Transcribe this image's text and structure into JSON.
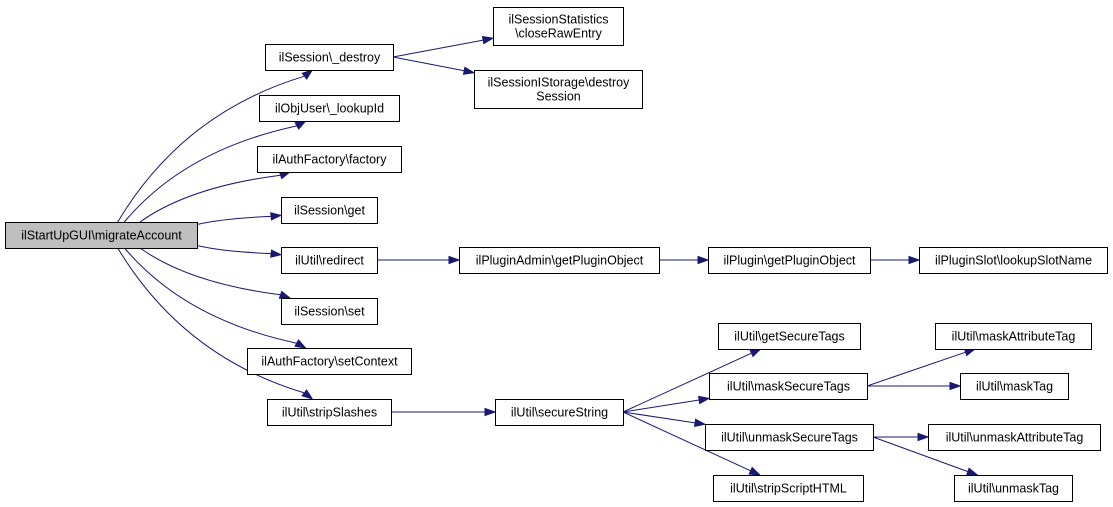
{
  "graph": {
    "colors": {
      "edge": "#191970",
      "root_fill": "#bfbfbf",
      "node_fill": "#ffffff",
      "border": "#000000"
    },
    "nodes": [
      {
        "id": "root",
        "lines": [
          "ilStartUpGUI\\migrateAccount"
        ],
        "root": true
      },
      {
        "id": "sess_destroy",
        "lines": [
          "ilSession\\_destroy"
        ]
      },
      {
        "id": "obj_lookup",
        "lines": [
          "ilObjUser\\_lookupId"
        ]
      },
      {
        "id": "auth_factory",
        "lines": [
          "ilAuthFactory\\factory"
        ]
      },
      {
        "id": "sess_get",
        "lines": [
          "ilSession\\get"
        ]
      },
      {
        "id": "util_redirect",
        "lines": [
          "ilUtil\\redirect"
        ]
      },
      {
        "id": "sess_set",
        "lines": [
          "ilSession\\set"
        ]
      },
      {
        "id": "auth_setctx",
        "lines": [
          "ilAuthFactory\\setContext"
        ]
      },
      {
        "id": "util_strip",
        "lines": [
          "ilUtil\\stripSlashes"
        ]
      },
      {
        "id": "stats_close",
        "lines": [
          "ilSessionStatistics",
          "\\closeRawEntry"
        ]
      },
      {
        "id": "istorage",
        "lines": [
          "ilSessionIStorage\\destroy",
          "Session"
        ]
      },
      {
        "id": "padmin",
        "lines": [
          "ilPluginAdmin\\getPluginObject"
        ]
      },
      {
        "id": "plugin",
        "lines": [
          "ilPlugin\\getPluginObject"
        ]
      },
      {
        "id": "slot",
        "lines": [
          "ilPluginSlot\\lookupSlotName"
        ]
      },
      {
        "id": "secure_string",
        "lines": [
          "ilUtil\\secureString"
        ]
      },
      {
        "id": "get_secure_tags",
        "lines": [
          "ilUtil\\getSecureTags"
        ]
      },
      {
        "id": "mask_secure_tags",
        "lines": [
          "ilUtil\\maskSecureTags"
        ]
      },
      {
        "id": "unmask_secure_tags",
        "lines": [
          "ilUtil\\unmaskSecureTags"
        ]
      },
      {
        "id": "strip_script",
        "lines": [
          "ilUtil\\stripScriptHTML"
        ]
      },
      {
        "id": "mask_attr",
        "lines": [
          "ilUtil\\maskAttributeTag"
        ]
      },
      {
        "id": "mask_tag",
        "lines": [
          "ilUtil\\maskTag"
        ]
      },
      {
        "id": "unmask_attr",
        "lines": [
          "ilUtil\\unmaskAttributeTag"
        ]
      },
      {
        "id": "unmask_tag",
        "lines": [
          "ilUtil\\unmaskTag"
        ]
      }
    ],
    "edges": [
      [
        "root",
        "sess_destroy"
      ],
      [
        "root",
        "obj_lookup"
      ],
      [
        "root",
        "auth_factory"
      ],
      [
        "root",
        "sess_get"
      ],
      [
        "root",
        "util_redirect"
      ],
      [
        "root",
        "sess_set"
      ],
      [
        "root",
        "auth_setctx"
      ],
      [
        "root",
        "util_strip"
      ],
      [
        "sess_destroy",
        "stats_close"
      ],
      [
        "sess_destroy",
        "istorage"
      ],
      [
        "util_redirect",
        "padmin"
      ],
      [
        "padmin",
        "plugin"
      ],
      [
        "plugin",
        "slot"
      ],
      [
        "util_strip",
        "secure_string"
      ],
      [
        "secure_string",
        "get_secure_tags"
      ],
      [
        "secure_string",
        "mask_secure_tags"
      ],
      [
        "secure_string",
        "unmask_secure_tags"
      ],
      [
        "secure_string",
        "strip_script"
      ],
      [
        "mask_secure_tags",
        "mask_attr"
      ],
      [
        "mask_secure_tags",
        "mask_tag"
      ],
      [
        "unmask_secure_tags",
        "unmask_attr"
      ],
      [
        "unmask_secure_tags",
        "unmask_tag"
      ]
    ]
  }
}
